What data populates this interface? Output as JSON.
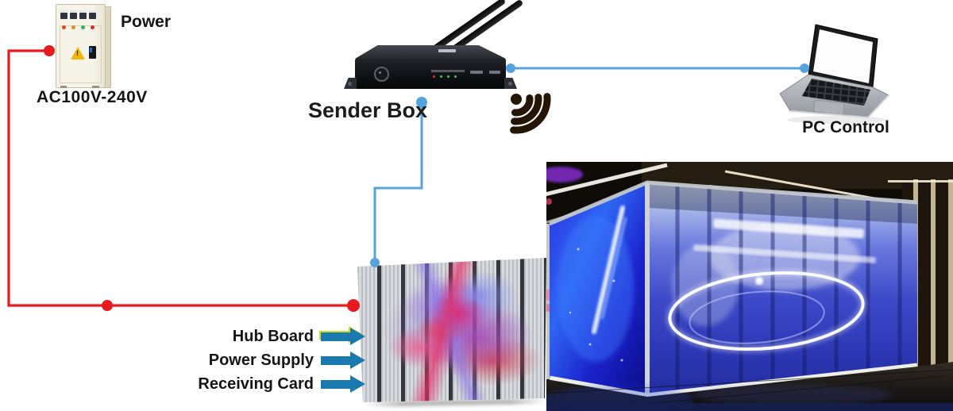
{
  "colors": {
    "power_line": "#e8191f",
    "data_line": "#55a3dc",
    "callout_arrow": "#1a7ab0",
    "wifi": "#241505"
  },
  "power_unit": {
    "label": "Power",
    "voltage": "AC100V-240V"
  },
  "sender_box": {
    "label": "Sender Box"
  },
  "pc_control": {
    "label": "PC Control"
  },
  "led_panel": {
    "callouts": [
      {
        "label": "Hub Board"
      },
      {
        "label": "Power Supply"
      },
      {
        "label": "Receiving Card"
      }
    ]
  }
}
